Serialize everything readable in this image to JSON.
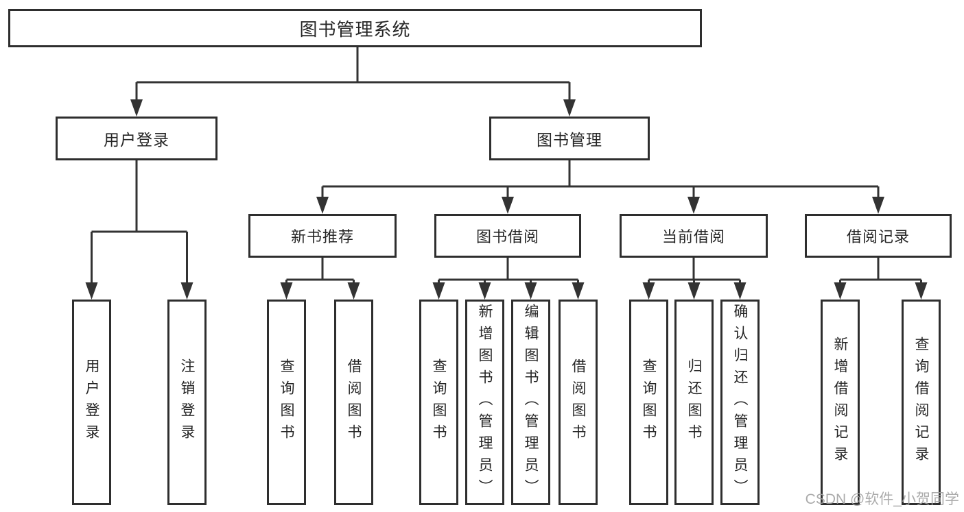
{
  "page": {
    "background": "#ffffff"
  },
  "diagram": {
    "kind": "function-structure-tree",
    "line_color": "#333333",
    "box_border_color": "#2e2e2e",
    "text_color": "#262626",
    "tree": {
      "root": {
        "label": "图书管理系统"
      },
      "branches": [
        {
          "label": "用户登录",
          "children": [
            {
              "label": "用户登录"
            },
            {
              "label": "注销登录"
            }
          ]
        },
        {
          "label": "图书管理",
          "children": [
            {
              "label": "新书推荐",
              "children": [
                {
                  "label": "查询图书"
                },
                {
                  "label": "借阅图书"
                }
              ]
            },
            {
              "label": "图书借阅",
              "children": [
                {
                  "label": "查询图书"
                },
                {
                  "label": "新增图书（管理员）"
                },
                {
                  "label": "编辑图书（管理员）"
                },
                {
                  "label": "借阅图书"
                }
              ]
            },
            {
              "label": "当前借阅",
              "children": [
                {
                  "label": "查询图书"
                },
                {
                  "label": "归还图书"
                },
                {
                  "label": "确认归还（管理员）"
                }
              ]
            },
            {
              "label": "借阅记录",
              "children": [
                {
                  "label": "新增借阅记录"
                },
                {
                  "label": "查询借阅记录"
                }
              ]
            }
          ]
        }
      ]
    }
  },
  "watermark": {
    "text": "CSDN @软件_小贺同学",
    "color": "#a3a3a3"
  }
}
